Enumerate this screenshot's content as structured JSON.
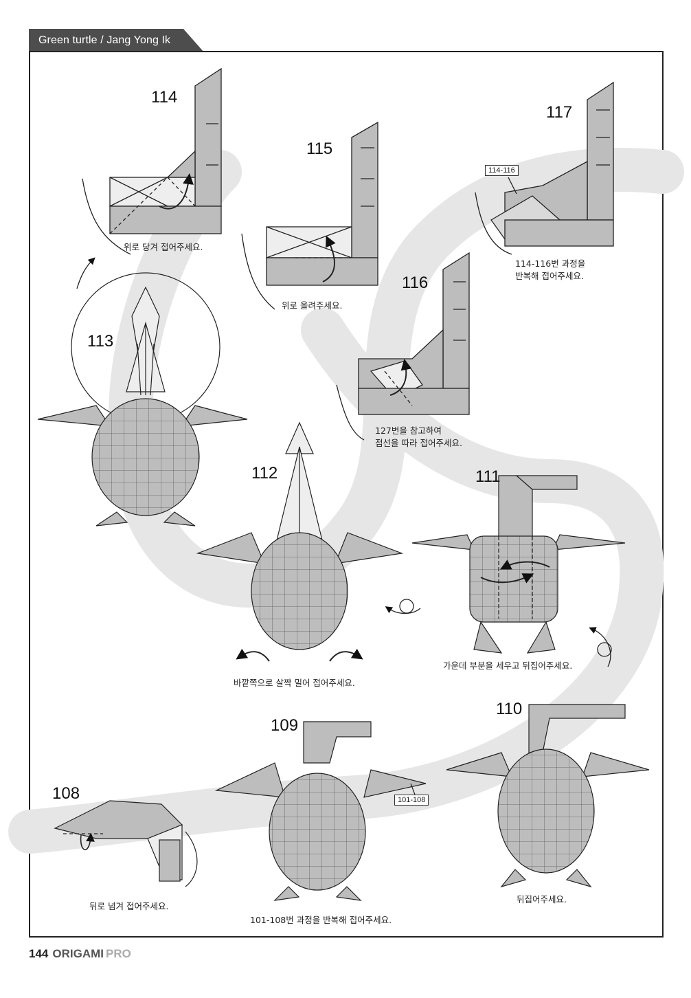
{
  "header": {
    "title": "Green turtle / Jang Yong Ik"
  },
  "steps": {
    "s114": {
      "number": "114",
      "caption": "위로 당겨 접어주세요."
    },
    "s115": {
      "number": "115",
      "caption": "위로 올려주세요."
    },
    "s116": {
      "number": "116",
      "caption_line1": "127번을 참고하여",
      "caption_line2": "점선을 따라 접어주세요."
    },
    "s117": {
      "number": "117",
      "ref": "114-116",
      "caption_line1": "114-116번 과정을",
      "caption_line2": "반복해 접어주세요."
    },
    "s113": {
      "number": "113"
    },
    "s112": {
      "number": "112",
      "caption": "바깥쪽으로 살짝 밀어 접어주세요."
    },
    "s111": {
      "number": "111",
      "caption": "가운데 부분을 세우고 뒤집어주세요."
    },
    "s110": {
      "number": "110",
      "caption": "뒤집어주세요."
    },
    "s109": {
      "number": "109",
      "ref": "101-108",
      "caption": "101-108번 과정을 반복해 접어주세요."
    },
    "s108": {
      "number": "108",
      "caption": "뒤로 넘겨 접어주세요."
    }
  },
  "footer": {
    "page_number": "144",
    "brand": "ORIGAMI",
    "brand_suffix": "PRO"
  },
  "colors": {
    "paper": "#bdbdbd",
    "paper_light": "#eeeeee",
    "swirl": "#e6e6e6",
    "line": "#222222",
    "header_bg": "#4d4d4d"
  }
}
